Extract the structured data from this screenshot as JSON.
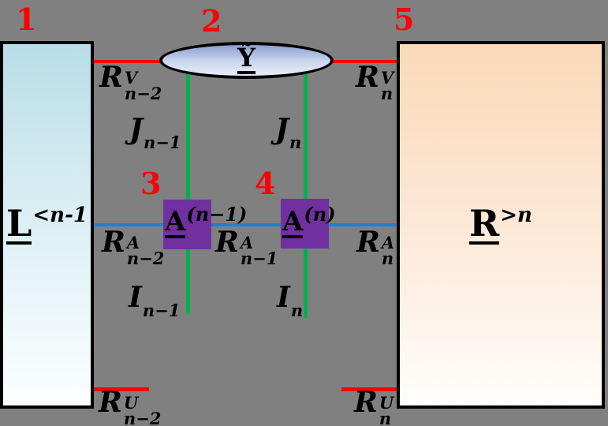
{
  "palette": {
    "background": "#808080",
    "red_edge": "#ff0000",
    "green_edge": "#00b050",
    "blue_edge": "#1f7fd6",
    "core_purple": "#7030a0",
    "step_number_red": "#ff0000",
    "left_box_top": "#b9dde7",
    "right_box_top": "#fad9b8",
    "ellipse_top": "#8c9ecd",
    "border_black": "#000000"
  },
  "step_numbers": {
    "one": "1",
    "two": "2",
    "three": "3",
    "four": "4",
    "five": "5"
  },
  "blocks": {
    "left": {
      "base": "L",
      "sup": "<n-1"
    },
    "right": {
      "base": "R",
      "sup": ">n"
    },
    "ellipse": {
      "base": "Ỹ"
    },
    "core_nm1": {
      "base": "A",
      "sup": "(n−1)"
    },
    "core_n": {
      "base": "A",
      "sup": "(n)"
    }
  },
  "bond_labels": {
    "rv_nm2": {
      "base": "R",
      "sup": "V",
      "sub": "n−2"
    },
    "rv_n": {
      "base": "R",
      "sup": "V",
      "sub": "n"
    },
    "j_nm1": {
      "base": "J",
      "sub": "n−1"
    },
    "j_n": {
      "base": "J",
      "sub": "n"
    },
    "ra_nm2": {
      "base": "R",
      "sup": "A",
      "sub": "n−2"
    },
    "ra_nm1": {
      "base": "R",
      "sup": "A",
      "sub": "n−1"
    },
    "ra_n": {
      "base": "R",
      "sup": "A",
      "sub": "n"
    },
    "i_nm1": {
      "base": "I",
      "sub": "n−1"
    },
    "i_n": {
      "base": "I",
      "sub": "n"
    },
    "ru_nm2": {
      "base": "R",
      "sup": "U",
      "sub": "n−2"
    },
    "ru_n": {
      "base": "R",
      "sup": "U",
      "sub": "n"
    }
  }
}
